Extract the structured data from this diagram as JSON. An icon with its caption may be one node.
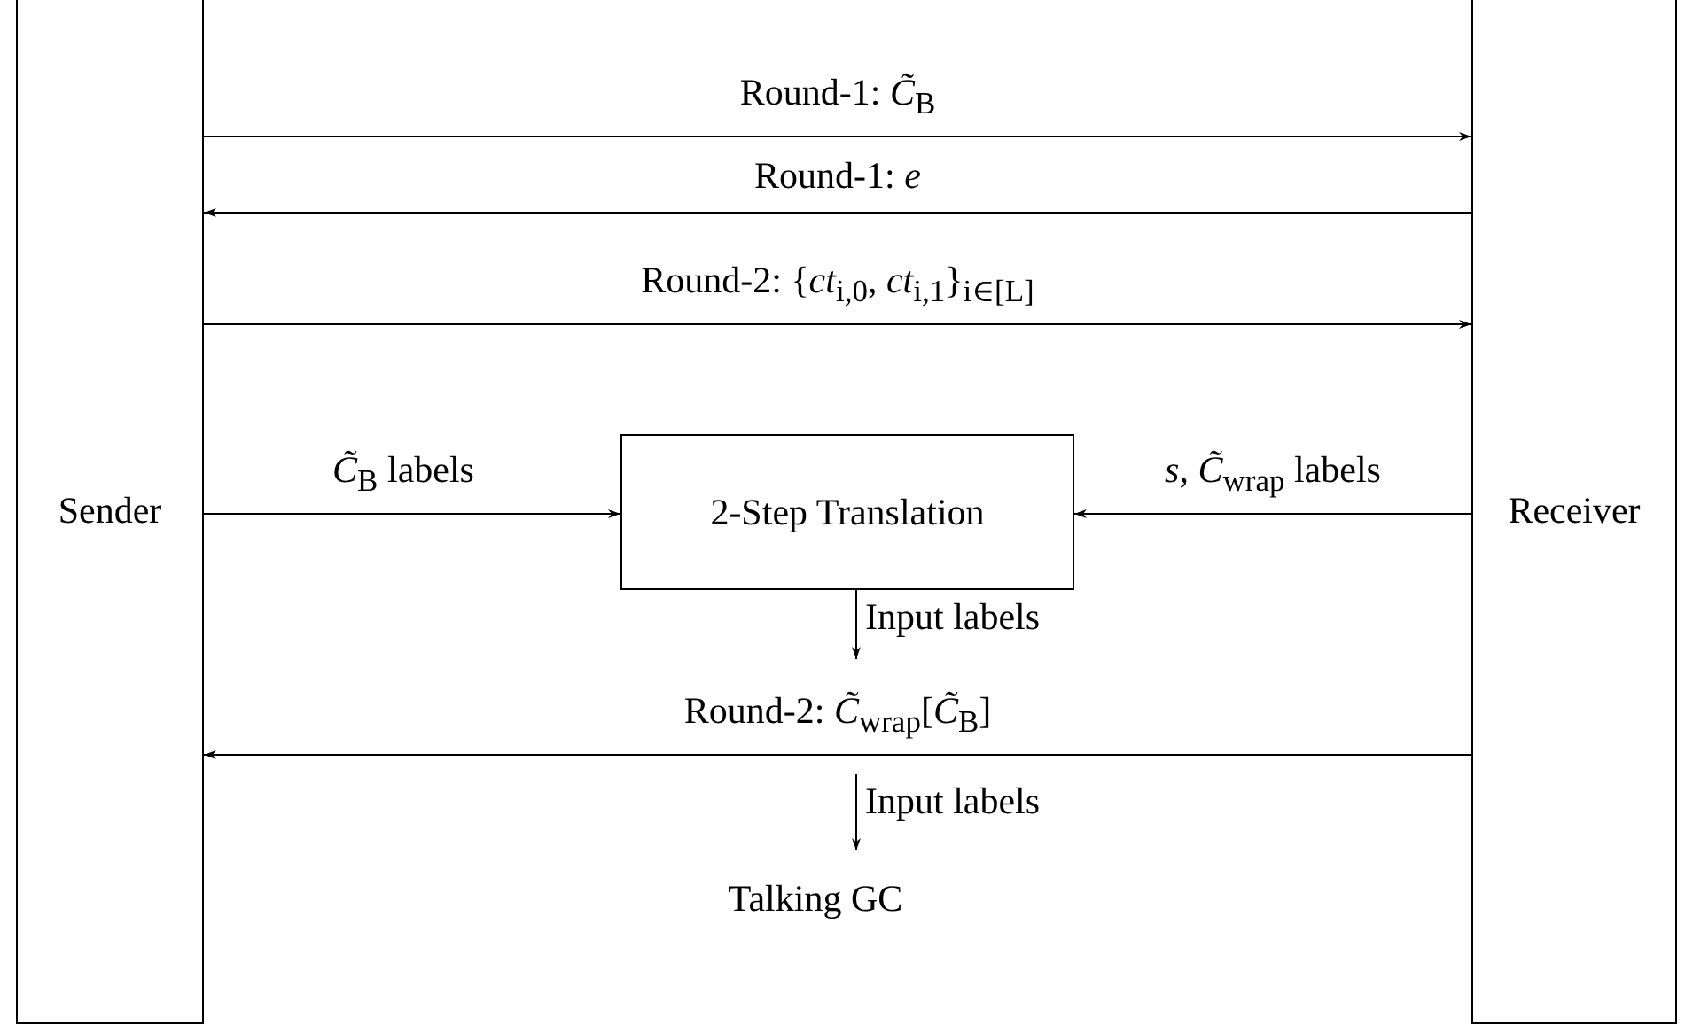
{
  "diagram": {
    "nodes": [
      {
        "text": [
          "Sender"
        ]
      },
      {
        "text": [
          "Receiver"
        ]
      },
      {
        "text": [
          "2-Step Translation"
        ]
      },
      {
        "text": [
          "Talking GC"
        ]
      }
    ],
    "edges": [
      {
        "from": 0,
        "to": 1,
        "arrow": "to",
        "label": "Round-1: *C̃*$_{B}$"
      },
      {
        "from": 1,
        "to": 0,
        "arrow": "to",
        "label": "Round-1: *e*"
      },
      {
        "from": 0,
        "to": 1,
        "arrow": "to",
        "label": "Round-2: {*ct*$_{i,0}$, *ct*$_{i,1}$}$_{i∈[L]}$"
      },
      {
        "from": 0,
        "to": 2,
        "arrow": "to",
        "label": "*C̃*$_{B}$ labels"
      },
      {
        "from": 1,
        "to": 2,
        "arrow": "to",
        "label": "*s*, *C̃*$_{wrap}$ labels"
      },
      {
        "from": 1,
        "to": 0,
        "arrow": "to",
        "label": "Round-2: *C̃*$_{wrap}$[*C̃*$_{B}$]"
      },
      {
        "from": 2,
        "to": null,
        "arrow": "to",
        "label": "Input labels"
      },
      {
        "from": null,
        "to": 3,
        "arrow": "to",
        "label": "Input labels"
      }
    ]
  }
}
